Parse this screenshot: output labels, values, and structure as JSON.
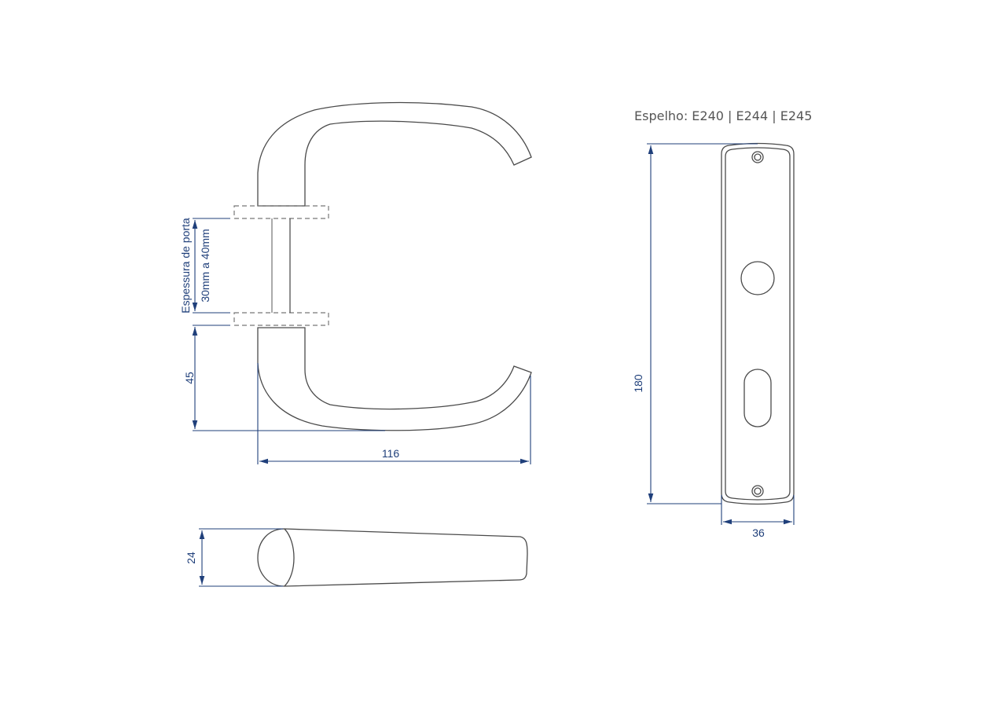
{
  "title": "Espelho: E240 | E244 | E245",
  "dimensions": {
    "door_thickness_label": "Espessura de porta",
    "door_thickness_range": "30mm a 40mm",
    "handle_height": "45",
    "handle_length": "116",
    "handle_thickness": "24",
    "plate_height": "180",
    "plate_width": "36"
  },
  "colors": {
    "dimension": "#1f3f7a",
    "outline": "#4a4a4a"
  }
}
